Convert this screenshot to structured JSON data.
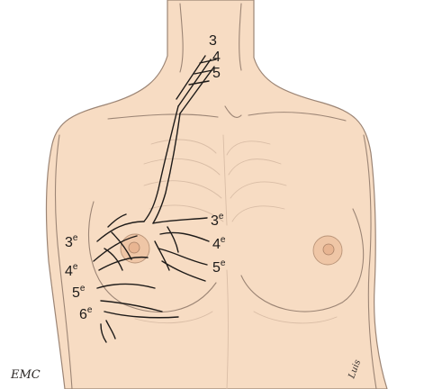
{
  "figure": {
    "cervical_labels": [
      {
        "num": "3",
        "sup": ""
      },
      {
        "num": "4",
        "sup": ""
      },
      {
        "num": "5",
        "sup": ""
      }
    ],
    "intercostal_right": [
      {
        "num": "3",
        "sup": "e"
      },
      {
        "num": "4",
        "sup": "e"
      },
      {
        "num": "5",
        "sup": "e"
      }
    ],
    "intercostal_left": [
      {
        "num": "3",
        "sup": "e"
      },
      {
        "num": "4",
        "sup": "e"
      },
      {
        "num": "5",
        "sup": "e"
      },
      {
        "num": "6",
        "sup": "e"
      }
    ],
    "logo_text": "EMC",
    "signature_text": "Luis"
  },
  "colors": {
    "skin": "#f7dcc3",
    "outline": "#9c8575",
    "nerves": "#1e1b19"
  }
}
